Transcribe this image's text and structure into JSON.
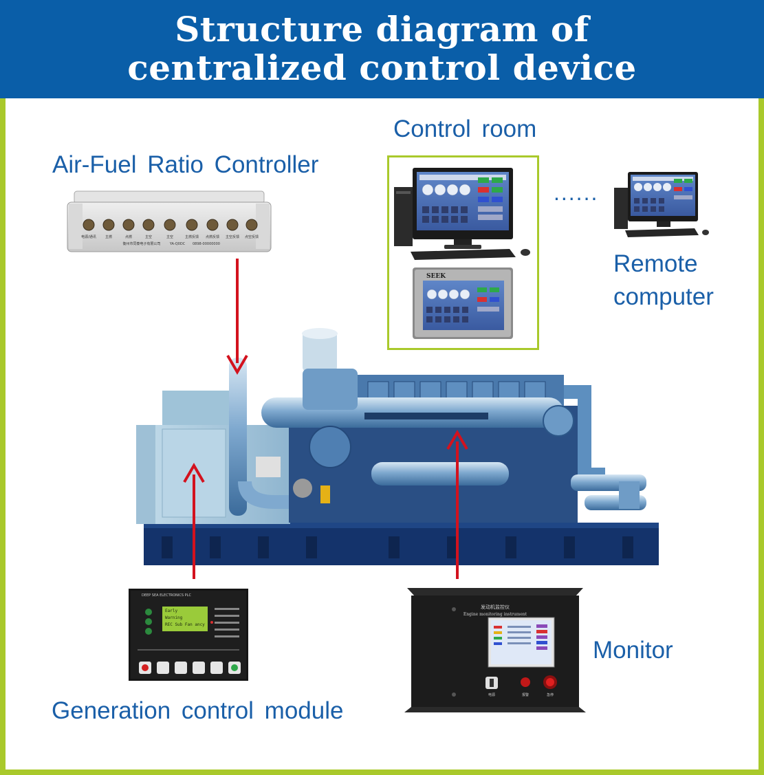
{
  "title": {
    "line1": "Structure diagram of",
    "line2": "centralized control device"
  },
  "labels": {
    "air_fuel": "Air-Fuel  Ratio  Controller",
    "control_room": "Control  room",
    "remote_line1": "Remote",
    "remote_line2": "computer",
    "monitor": "Monitor",
    "gcm": "Generation  control  module",
    "dots": "......"
  },
  "device_text": {
    "afr_ports": [
      "电源/通讯",
      "主燃",
      "点燃",
      "主空",
      "主空",
      "主燃反馈",
      "点燃反馈",
      "主空反馈",
      "点空反馈"
    ],
    "afr_company": "衡州市同泰电子有限公司",
    "afr_model": "YA-Q0DC",
    "afr_phone": "0898-00000000",
    "panel_brand": "SEEK",
    "monitor_title_cn": "发动机监控仪",
    "monitor_title_en": "Engine monitoring instrument",
    "gcm_brand": "DEEP SEA ELECTRONICS PLC",
    "gcm_line1": "Early",
    "gcm_line2": "Warning",
    "gcm_line3": "REC Sub Fan ancy",
    "mon_sw1": "电源",
    "mon_sw2": "报警",
    "mon_sw3": "急停"
  },
  "colors": {
    "header": "#0a5ea8",
    "frame": "#a9c92b",
    "arrow": "#d3121e",
    "label": "#1a5fa8"
  }
}
